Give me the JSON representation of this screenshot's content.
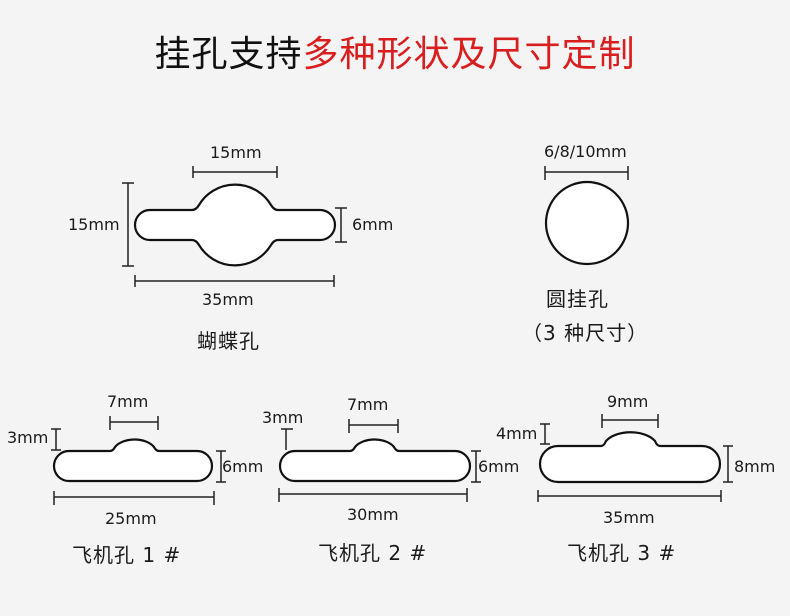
{
  "title": {
    "prefix": "挂孔支持",
    "highlight": "多种形状及尺寸定制",
    "prefix_color": "#111111",
    "highlight_color": "#d81e1e"
  },
  "shapes": {
    "butterfly": {
      "name": "蝴蝶孔",
      "dims": {
        "center_width": "15mm",
        "height": "15mm",
        "tab_height": "6mm",
        "total_width": "35mm"
      }
    },
    "round": {
      "name": "圆挂孔",
      "note": "（3 种尺寸）",
      "dims": {
        "diameter": "6/8/10mm"
      }
    },
    "plane1": {
      "name": "飞机孔 1 #",
      "dims": {
        "bump_width": "7mm",
        "bump_height": "3mm",
        "height": "6mm",
        "total_width": "25mm"
      }
    },
    "plane2": {
      "name": "飞机孔 2 #",
      "dims": {
        "bump_width": "7mm",
        "bump_height": "3mm",
        "height": "6mm",
        "total_width": "30mm"
      }
    },
    "plane3": {
      "name": "飞机孔 3 #",
      "dims": {
        "bump_width": "9mm",
        "bump_height": "4mm",
        "height": "8mm",
        "total_width": "35mm"
      }
    }
  },
  "colors": {
    "background": "#f4f4f4",
    "outline": "#111111",
    "fill": "#ffffff"
  }
}
